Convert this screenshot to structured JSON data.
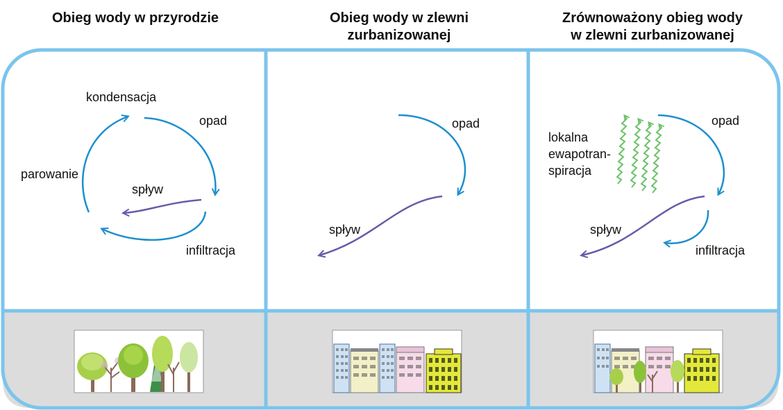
{
  "panels": [
    {
      "title_lines": [
        "Obieg wody w przyrodzie"
      ],
      "labels": {
        "kondensacja": "kondensacja",
        "opad": "opad",
        "parowanie": "parowanie",
        "splyw": "spływ",
        "infiltracja": "infiltracja"
      },
      "scene": "trees"
    },
    {
      "title_lines": [
        "Obieg wody w zlewni",
        "zurbanizowanej"
      ],
      "labels": {
        "opad": "opad",
        "splyw": "spływ"
      },
      "scene": "buildings"
    },
    {
      "title_lines": [
        "Zrównoważony obieg wody",
        "w zlewni zurbanizowanej"
      ],
      "labels": {
        "ewapo_lines": [
          "lokalna",
          "ewapotran-",
          "spiracja"
        ],
        "opad": "opad",
        "splyw": "spływ",
        "infiltracja": "infiltracja"
      },
      "scene": "buildings-with-trees"
    }
  ],
  "colors": {
    "frame": "#7cc4ec",
    "water_arrow": "#1d8fce",
    "runoff_arrow": "#6a5aa8",
    "evapo": "#6cc26a",
    "ground": "#dcdcdc"
  }
}
